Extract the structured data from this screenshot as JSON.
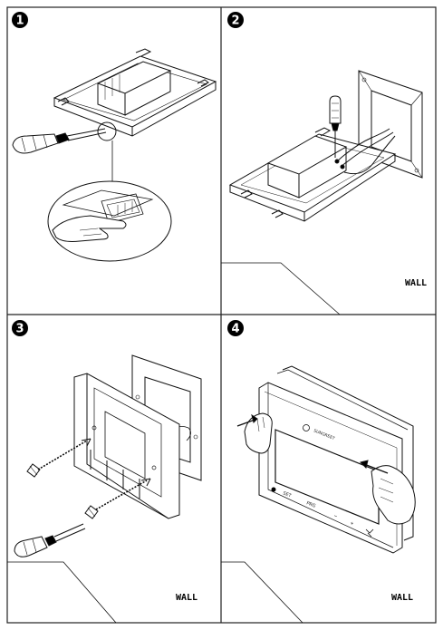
{
  "steps": [
    {
      "number": "1"
    },
    {
      "number": "2",
      "label": "WALL"
    },
    {
      "number": "3",
      "label": "WALL"
    },
    {
      "number": "4",
      "label": "WALL",
      "device": {
        "brand": "SUNGREET",
        "buttons": [
          "SET",
          "PRG",
          "−",
          "+"
        ]
      }
    }
  ],
  "colors": {
    "line": "#111111",
    "panel_border": "#222222",
    "badge": "#000000",
    "background": "#ffffff"
  },
  "icons": [
    "screwdriver-icon",
    "screw-icon",
    "hand-icon",
    "arrow-icon",
    "power-icon",
    "thermostat-icon"
  ]
}
